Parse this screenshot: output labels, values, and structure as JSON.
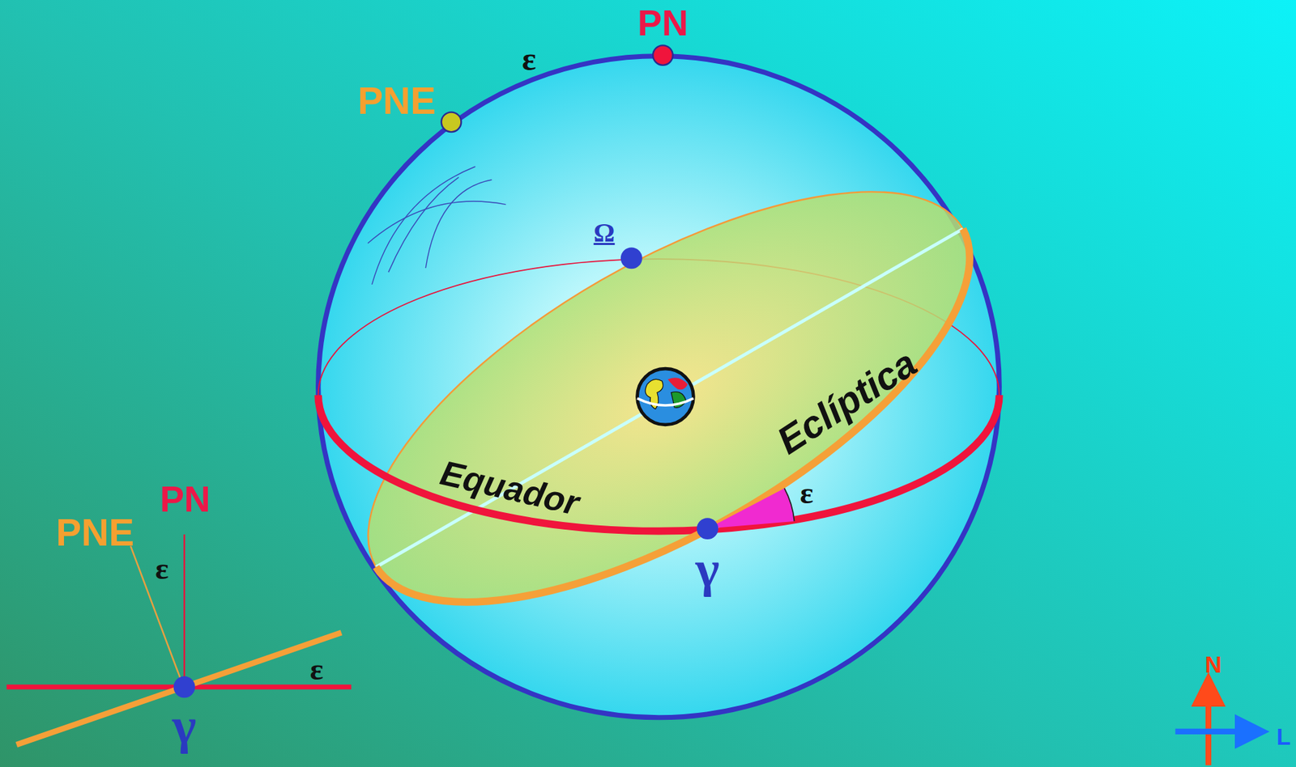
{
  "diagram": {
    "labels": [
      "PN",
      "ε",
      "PNE",
      "Ω",
      "Eclíptica",
      "Equador",
      "ε",
      "γ",
      "PN",
      "PNE",
      "ε",
      "ε",
      "γ",
      "N",
      "L"
    ]
  }
}
